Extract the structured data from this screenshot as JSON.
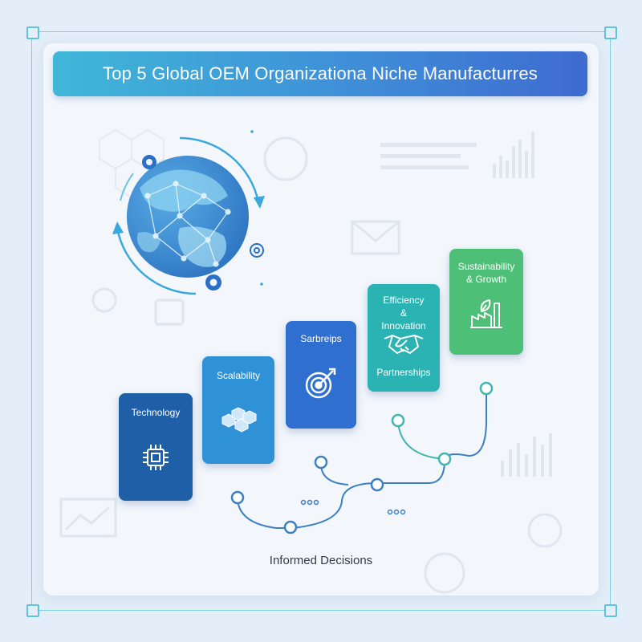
{
  "title": "Top 5 Global OEM Organizationa Niche Manufacturres",
  "cards": [
    {
      "label": "Technology",
      "icon": "chip-icon",
      "color": "#1f5fa8"
    },
    {
      "label": "Scalability",
      "icon": "cubes-icon",
      "color": "#2f92d6"
    },
    {
      "label": "Sarbreips",
      "icon": "target-icon",
      "color": "#2f6fd0"
    },
    {
      "label": "Efficiency & Innovation",
      "label2": "Partnerships",
      "icon": "handshake-icon",
      "color": "#2bb3b3"
    },
    {
      "label": "Sustainability & Growth",
      "icon": "eco-factory-icon",
      "color": "#4dbf77"
    }
  ],
  "footer": "Informed Decisions",
  "globe_icon": "globe-network-icon"
}
